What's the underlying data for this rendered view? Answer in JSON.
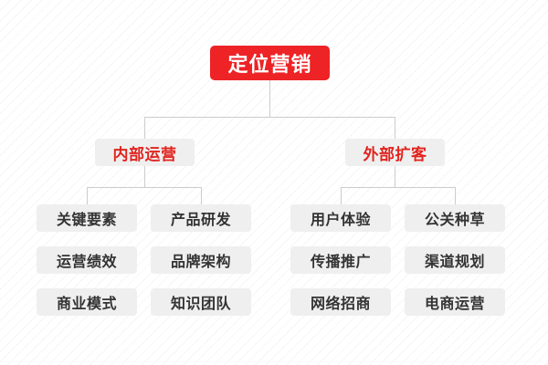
{
  "diagram": {
    "title": "定位营销",
    "theme": {
      "root_fill": "#ed2326",
      "root_text": "#ffffff",
      "branch_fill": "#efefef",
      "branch_text": "#e1241f",
      "leaf_fill": "#efefef",
      "leaf_text": "#333333",
      "connector": "#cccccc",
      "background": "#ffffff"
    },
    "root": {
      "label": "定位营销"
    },
    "branches": [
      {
        "label": "内部运营",
        "columns": [
          {
            "leaves": [
              "关键要素",
              "运营绩效",
              "商业模式"
            ]
          },
          {
            "leaves": [
              "产品研发",
              "品牌架构",
              "知识团队"
            ]
          }
        ]
      },
      {
        "label": "外部扩客",
        "columns": [
          {
            "leaves": [
              "用户体验",
              "传播推广",
              "网络招商"
            ]
          },
          {
            "leaves": [
              "公关种草",
              "渠道规划",
              "电商运营"
            ]
          }
        ]
      }
    ]
  }
}
